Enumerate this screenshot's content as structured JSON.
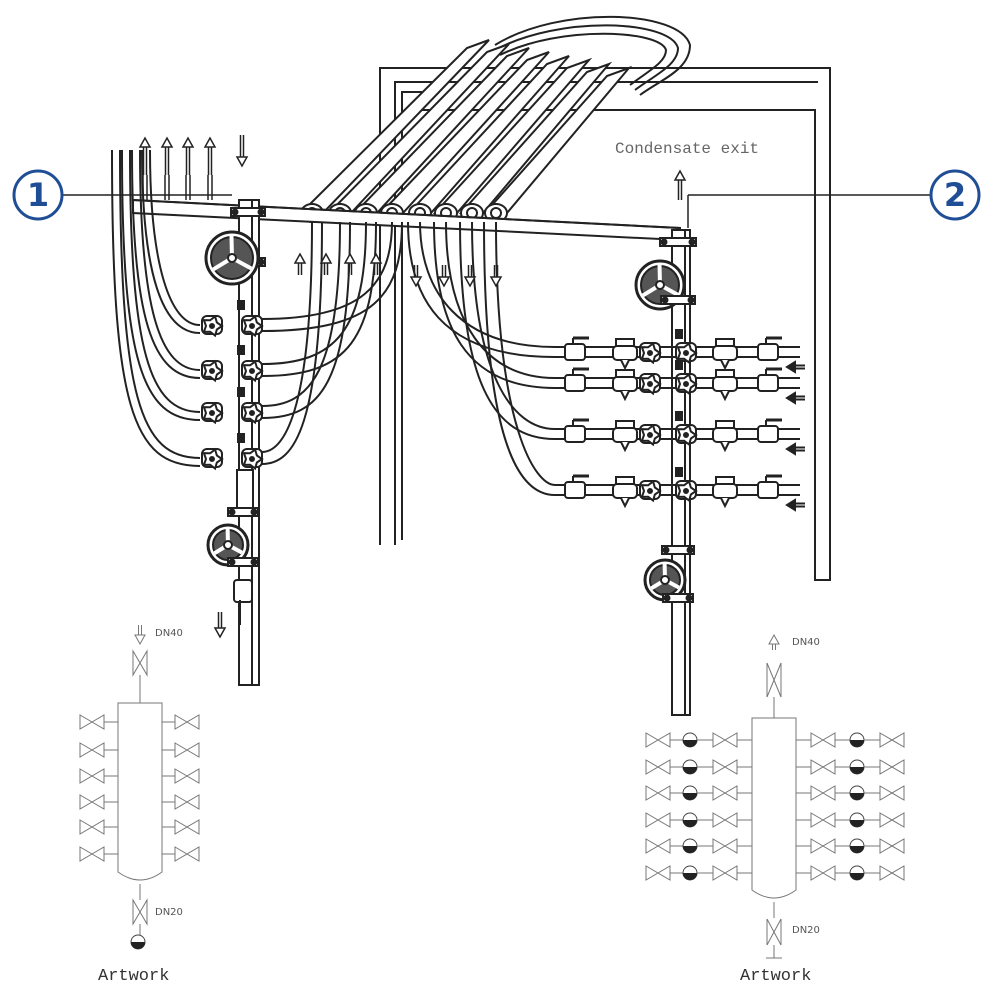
{
  "labels": {
    "condensate_exit": "Condensate exit",
    "marker_1": "1",
    "marker_2": "2",
    "left_top_size": "DN40",
    "left_bottom_size": "DN20",
    "left_caption": "Artwork",
    "right_top_size": "DN40",
    "right_bottom_size": "DN20",
    "right_caption": "Artwork"
  },
  "colors": {
    "line": "#222222",
    "marker": "#1f4e96",
    "schematic": "#777777"
  },
  "icons": {
    "arrow_up": "arrow-up-icon",
    "arrow_down": "arrow-down-icon",
    "arrow_left": "arrow-left-icon",
    "gate_valve": "gate-valve-icon",
    "steam_trap": "steam-trap-icon",
    "handwheel": "handwheel-icon"
  }
}
